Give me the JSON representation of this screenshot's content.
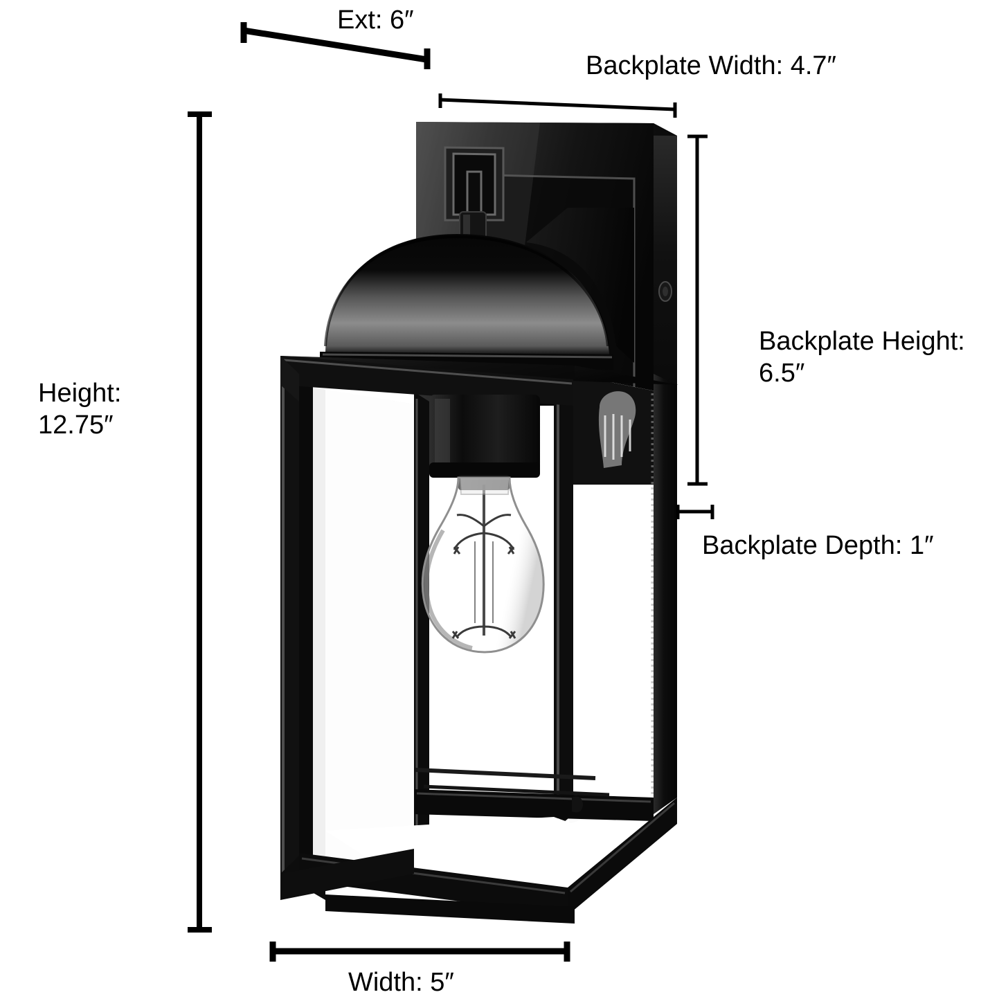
{
  "diagram": {
    "type": "product-dimension-diagram",
    "product": "outdoor wall lantern sconce",
    "background_color": "#ffffff",
    "line_color": "#000000",
    "text_color": "#000000",
    "finish_color": "#0d0d0d",
    "glass_color": "#fdfdfd"
  },
  "labels": {
    "ext": "Ext: 6″",
    "backplate_width": "Backplate Width: 4.7″",
    "height": "Height:\n12.75″",
    "backplate_height": "Backplate Height:\n6.5″",
    "backplate_depth": "Backplate Depth: 1″",
    "width": "Width: 5″"
  },
  "measurements": [
    {
      "name": "ext",
      "label": "Ext: 6″",
      "value": 6,
      "unit": "in",
      "orientation": "diagonal"
    },
    {
      "name": "backplate-width",
      "label": "Backplate Width: 4.7″",
      "value": 4.7,
      "unit": "in",
      "orientation": "horizontal"
    },
    {
      "name": "height",
      "label": "Height: 12.75″",
      "value": 12.75,
      "unit": "in",
      "orientation": "vertical"
    },
    {
      "name": "backplate-height",
      "label": "Backplate Height: 6.5″",
      "value": 6.5,
      "unit": "in",
      "orientation": "vertical"
    },
    {
      "name": "backplate-depth",
      "label": "Backplate Depth: 1″",
      "value": 1,
      "unit": "in",
      "orientation": "horizontal"
    },
    {
      "name": "width",
      "label": "Width: 5″",
      "value": 5,
      "unit": "in",
      "orientation": "horizontal"
    }
  ]
}
